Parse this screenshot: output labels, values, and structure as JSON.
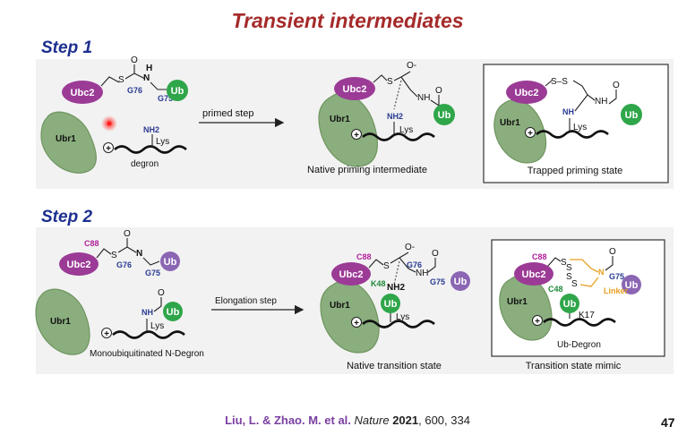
{
  "slide": {
    "title": "Transient intermediates",
    "page_number": "47",
    "citation": {
      "authors": "Liu, L. & Zhao. M. et al.",
      "journal": "Nature",
      "year": "2021",
      "rest": ", 600, 334"
    }
  },
  "step1": {
    "heading": "Step 1",
    "arrow_label": "primed step",
    "left": {
      "ubc2": "Ubc2",
      "ub": "Ub",
      "ubr1": "Ubr1",
      "g76": "G76",
      "g75": "G75",
      "nh2": "NH2",
      "lys": "Lys",
      "degron": "degron",
      "plus": "+",
      "s": "S",
      "h": "H",
      "n": "N",
      "o": "O"
    },
    "middle": {
      "ubc2": "Ubc2",
      "ub": "Ub",
      "ubr1": "Ubr1",
      "nh2": "NH2",
      "lys": "Lys",
      "caption": "Native priming intermediate",
      "s": "S",
      "nh": "NH",
      "ominus": "O-",
      "o": "O"
    },
    "right": {
      "ubc2": "Ubc2",
      "ub": "Ub",
      "ubr1": "Ubr1",
      "nh": "NH",
      "lys": "Lys",
      "caption": "Trapped priming state",
      "ss": "S–S",
      "o": "O"
    }
  },
  "step2": {
    "heading": "Step 2",
    "arrow_label": "Elongation step",
    "left": {
      "ubc2": "Ubc2",
      "ub_top": "Ub",
      "ub_bottom": "Ub",
      "ubr1": "Ubr1",
      "c88": "C88",
      "g76": "G76",
      "g75": "G75",
      "nh": "NH",
      "lys": "Lys",
      "caption": "Monoubiquitinated N-Degron",
      "s": "S",
      "n": "N",
      "o": "O"
    },
    "middle": {
      "ubc2": "Ubc2",
      "ub_top": "Ub",
      "ub_mid": "Ub",
      "ubr1": "Ubr1",
      "c88": "C88",
      "g76": "G76",
      "g75": "G75",
      "k48": "K48",
      "nh2": "NH2",
      "lys": "Lys",
      "caption": "Native transition state",
      "s": "S",
      "nh": "NH",
      "ominus": "O-",
      "o": "O"
    },
    "right": {
      "ubc2": "Ubc2",
      "ub_top": "Ub",
      "ub_mid": "Ub",
      "ubr1": "Ubr1",
      "c88": "C88",
      "c48": "C48",
      "g75": "G75",
      "k17": "K17",
      "linker": "Linker",
      "ubdegron": "Ub-Degron",
      "caption": "Transition state mimic",
      "s": "S",
      "n": "N",
      "o": "O"
    }
  },
  "colors": {
    "title": "#a52a2a",
    "step_heading": "#1c2f8f",
    "ubc2": "#9b3b96",
    "ub_green": "#2fa64a",
    "ub_purple": "#8b66b3",
    "ubr1": "#8aae7e",
    "linker": "#e8a020"
  }
}
